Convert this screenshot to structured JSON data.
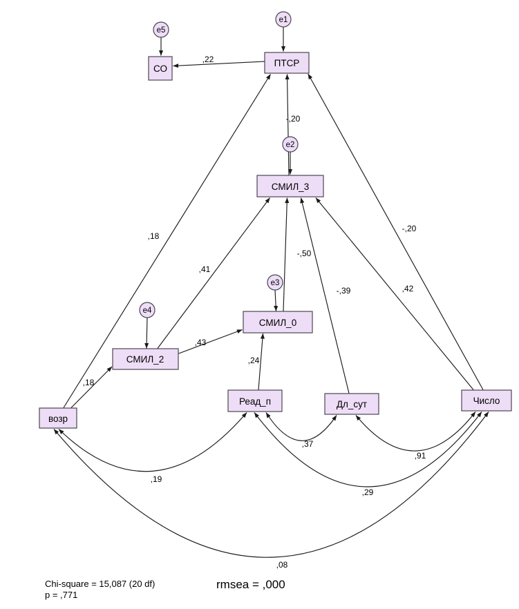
{
  "diagram": {
    "type": "sem-path-diagram",
    "colors": {
      "node_fill": "#eeddf6",
      "node_stroke": "#4a4552",
      "line_color": "#1a1a1a",
      "background": "#ffffff"
    },
    "nodes": {
      "co": "СО",
      "ptsr": "ПТСР",
      "smil3": "СМИЛ_3",
      "smil0": "СМИЛ_0",
      "smil2": "СМИЛ_2",
      "vozr": "возр",
      "readp": "Реад_п",
      "dlsut": "Дл_сут",
      "chislo": "Число"
    },
    "errors": {
      "e1": "e1",
      "e2": "e2",
      "e3": "e3",
      "e4": "e4",
      "e5": "e5"
    },
    "coefficients": {
      "ptsr_to_co": ",22",
      "smil3_to_ptsr": "-,20",
      "vozr_to_ptsr": ",18",
      "chislo_to_ptsr": "-,20",
      "smil2_to_smil3": ",41",
      "smil0_to_smil3": "-,50",
      "dlsut_to_smil3": "-,39",
      "chislo_to_smil3": ",42",
      "smil2_to_smil0": ",43",
      "readp_to_smil0": ",24",
      "vozr_to_smil2": ",18"
    },
    "covariances": {
      "vozr_readp": ",19",
      "readp_dlsut": ",37",
      "dlsut_chislo": ",91",
      "readp_chislo": ",29",
      "vozr_chislo": ",08"
    },
    "fit": {
      "chi_square": "Chi-square = 15,087 (20 df)",
      "p_value": "p = ,771",
      "rmsea": "rmsea = ,000"
    }
  }
}
